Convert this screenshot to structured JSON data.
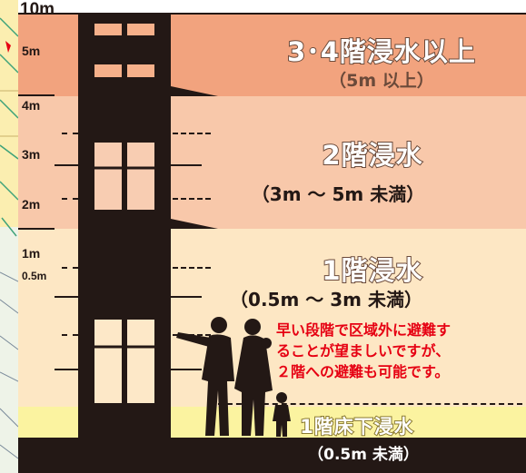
{
  "levels": {
    "m10": "10m",
    "m5": "5m",
    "m4": "4m",
    "m3": "3m",
    "m2": "2m",
    "m1": "1m",
    "m05": "0.5m"
  },
  "zones": {
    "top": {
      "title": "3･4階浸水以上",
      "sub": "（5m 以上）"
    },
    "second": {
      "title": "2階浸水",
      "sub": "（3m ～ 5m 未満）"
    },
    "first": {
      "title": "1階浸水",
      "sub": "（0.5m ～ 3m 未満）"
    },
    "floor": {
      "title": "1階床下浸水",
      "sub": "（0.5m 未満）"
    }
  },
  "note": {
    "line1": "早い段階で区域外に避難す",
    "line2": "ることが望ましいですが、",
    "line3": "２階への避難も可能です。"
  },
  "colors": {
    "band_top": "#f2a37e",
    "band_second": "#f8c8aa",
    "band_first": "#fde7c4",
    "band_floor": "#fbf3a0",
    "building": "#231815",
    "note_red": "#e60012"
  }
}
